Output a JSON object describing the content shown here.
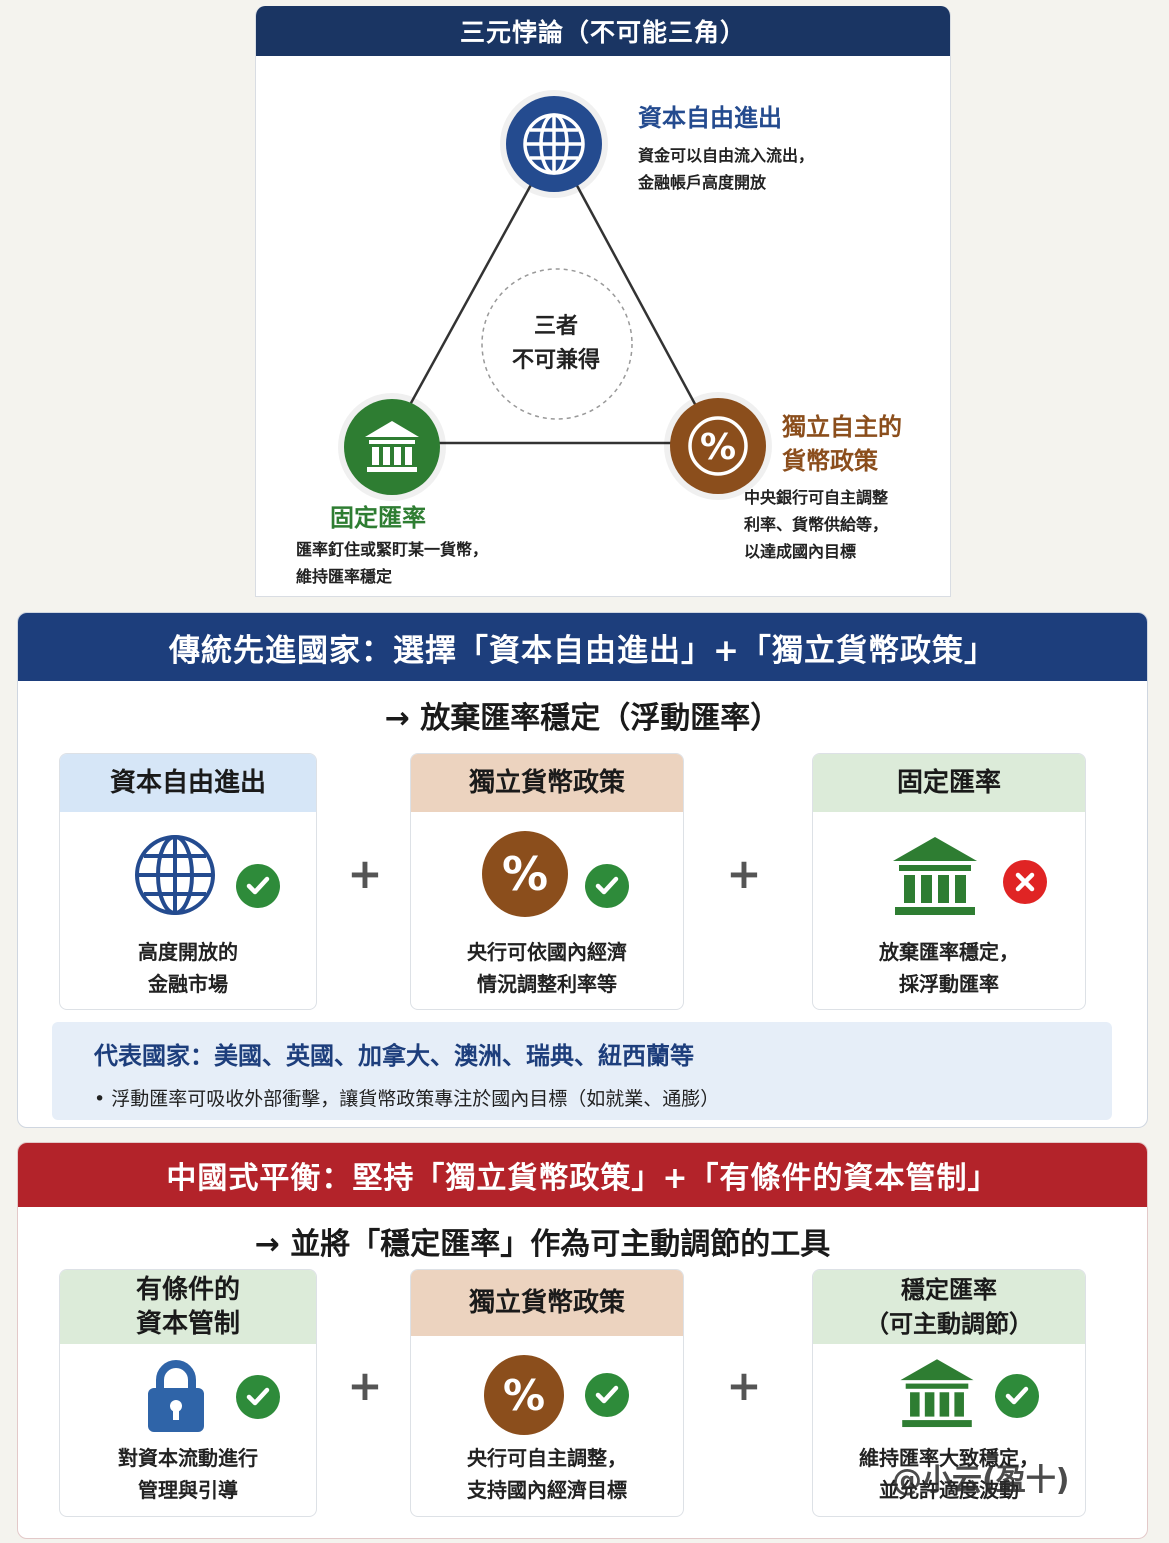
{
  "top": {
    "title": "三元悖論（不可能三角）",
    "center": "三者\n不可兼得",
    "capital": {
      "title": "資本自由進出",
      "desc": "資金可以自由流入流出，\n金融帳戶高度開放",
      "color": "#244b8f",
      "icon": "globe-icon"
    },
    "fixed": {
      "title": "固定匯率",
      "desc": "匯率釘住或緊盯某一貨幣，\n維持匯率穩定",
      "color": "#2e7d32",
      "icon": "bank-icon"
    },
    "monetary": {
      "title": "獨立自主的\n貨幣政策",
      "desc": "中央銀行可自主調整\n利率、貨幣供給等，\n以達成國內目標",
      "color": "#8b4e1c",
      "icon": "percent-icon"
    }
  },
  "west": {
    "header": "傳統先進國家：選擇「資本自由進出」+「獨立貨幣政策」",
    "sub": "→ 放棄匯率穩定（浮動匯率）",
    "plus": "+",
    "cards": [
      {
        "title": "資本自由進出",
        "desc": "高度開放的\n金融市場",
        "status": "check",
        "icon": "globe-icon"
      },
      {
        "title": "獨立貨幣政策",
        "desc": "央行可依國內經濟\n情況調整利率等",
        "status": "check",
        "icon": "percent-icon"
      },
      {
        "title": "固定匯率",
        "desc": "放棄匯率穩定，\n採浮動匯率",
        "status": "cross",
        "icon": "bank-icon"
      }
    ],
    "examples_title": "代表國家：美國、英國、加拿大、澳洲、瑞典、紐西蘭等",
    "examples_note": "• 浮動匯率可吸收外部衝擊，讓貨幣政策專注於國內目標（如就業、通膨）"
  },
  "china": {
    "header": "中國式平衡：堅持「獨立貨幣政策」+「有條件的資本管制」",
    "sub": "→ 並將「穩定匯率」作為可主動調節的工具",
    "plus": "+",
    "cards": [
      {
        "title": "有條件的\n資本管制",
        "desc": "對資本流動進行\n管理與引導",
        "status": "check",
        "icon": "lock-icon"
      },
      {
        "title": "獨立貨幣政策",
        "desc": "央行可自主調整，\n支持國內經濟目標",
        "status": "check",
        "icon": "percent-icon"
      },
      {
        "title": "穩定匯率\n（可主動調節）",
        "desc": "維持匯率大致穩定，\n並允許適度波動",
        "status": "check",
        "icon": "bank-icon"
      }
    ]
  },
  "colors": {
    "blue": "#244b8f",
    "green": "#2e7d32",
    "brown": "#8b4e1c",
    "check": "#2e8b3a",
    "cross": "#e02424",
    "capital_head": "#d6e6f7",
    "monetary_head": "#ecd3bf",
    "fixed_head": "#dcebd9"
  },
  "watermark": "@小云(盈十)"
}
